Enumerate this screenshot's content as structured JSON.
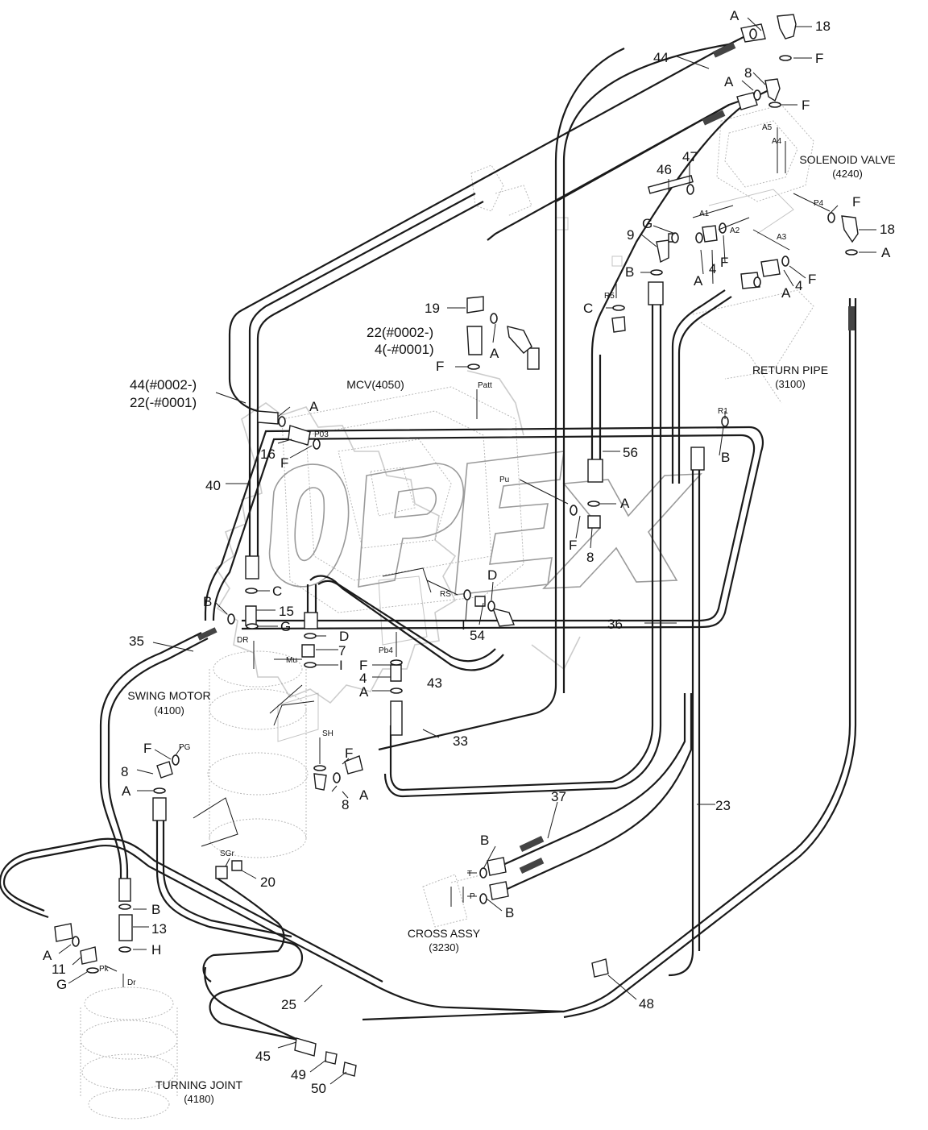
{
  "components": [
    {
      "id": "solenoid",
      "name": "SOLENOID VALVE",
      "code": "(4240)"
    },
    {
      "id": "return",
      "name": "RETURN PIPE",
      "code": "(3100)"
    },
    {
      "id": "mcv",
      "name": "MCV(4050)",
      "code": ""
    },
    {
      "id": "swing",
      "name": "SWING MOTOR",
      "code": "(4100)"
    },
    {
      "id": "cross",
      "name": "CROSS ASSY",
      "code": "(3230)"
    },
    {
      "id": "turning",
      "name": "TURNING JOINT",
      "code": "(4180)"
    }
  ],
  "ports": [
    "A5",
    "A4",
    "A1",
    "A2",
    "A3",
    "P4",
    "R5",
    "Patt",
    "P03",
    "Pu",
    "R1",
    "RS",
    "DR",
    "Mu",
    "Pb4",
    "SH",
    "PG",
    "SGr",
    "T",
    "P",
    "Pk",
    "Dr"
  ],
  "part_labels": [
    "18",
    "8",
    "44",
    "47",
    "46",
    "9",
    "4",
    "18",
    "4",
    "19",
    "22(#0002-)",
    "4(-#0001)",
    "44(#0002-)",
    "22(-#0001)",
    "16",
    "40",
    "56",
    "8",
    "15",
    "54",
    "7",
    "36",
    "35",
    "4",
    "43",
    "33",
    "8",
    "8",
    "37",
    "23",
    "20",
    "13",
    "11",
    "25",
    "48",
    "45",
    "49",
    "50"
  ],
  "seal_labels": [
    "A",
    "F",
    "A",
    "F",
    "G",
    "A",
    "F",
    "B",
    "A",
    "F",
    "A",
    "C",
    "A",
    "F",
    "A",
    "F",
    "B",
    "A",
    "F",
    "C",
    "B",
    "G",
    "D",
    "D",
    "I",
    "I",
    "F",
    "A",
    "F",
    "F",
    "A",
    "A",
    "B",
    "B",
    "B",
    "H",
    "A",
    "G"
  ],
  "watermark": "OPEX",
  "colors": {
    "line": "#1a1a1a",
    "ghost": "#b8b8b8",
    "watermark": "#9a9a9a",
    "background": "#ffffff"
  }
}
